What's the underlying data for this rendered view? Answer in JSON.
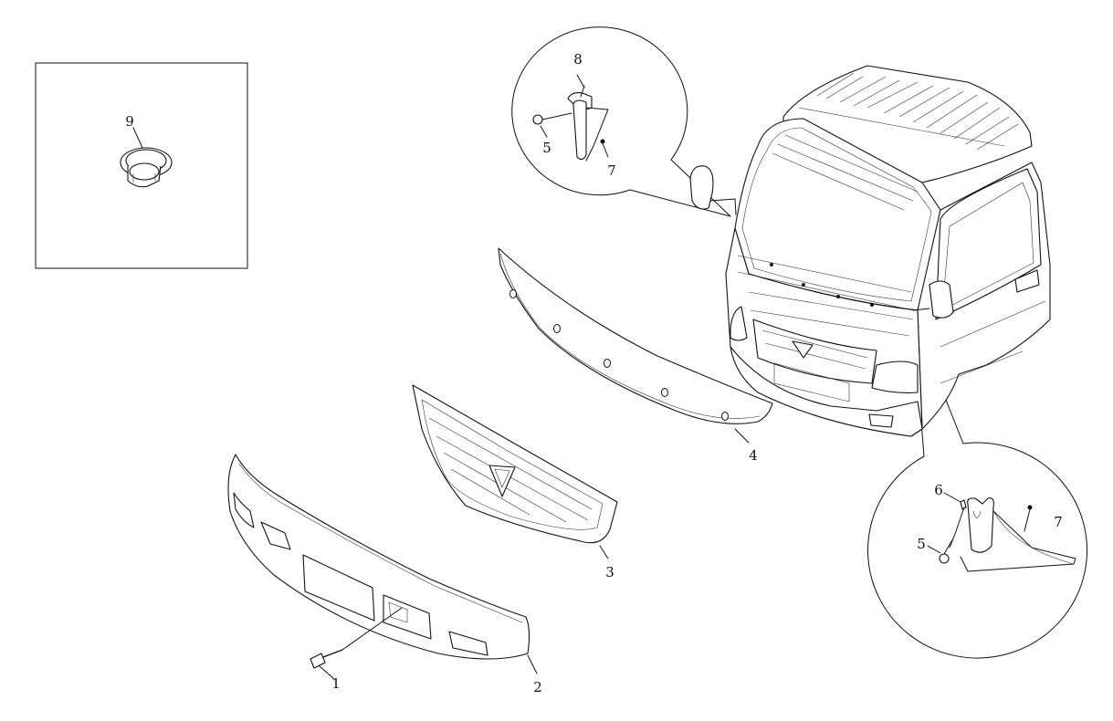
{
  "diagram": {
    "callouts": [
      {
        "id": "label-1",
        "text": "1"
      },
      {
        "id": "label-2",
        "text": "2"
      },
      {
        "id": "label-3",
        "text": "3"
      },
      {
        "id": "label-4",
        "text": "4"
      },
      {
        "id": "label-5a",
        "text": "5"
      },
      {
        "id": "label-5b",
        "text": "5"
      },
      {
        "id": "label-6",
        "text": "6"
      },
      {
        "id": "label-7a",
        "text": "7"
      },
      {
        "id": "label-7b",
        "text": "7"
      },
      {
        "id": "label-8",
        "text": "8"
      },
      {
        "id": "label-9",
        "text": "9"
      }
    ],
    "colors": {
      "line": "#111111",
      "background": "#ffffff"
    }
  }
}
